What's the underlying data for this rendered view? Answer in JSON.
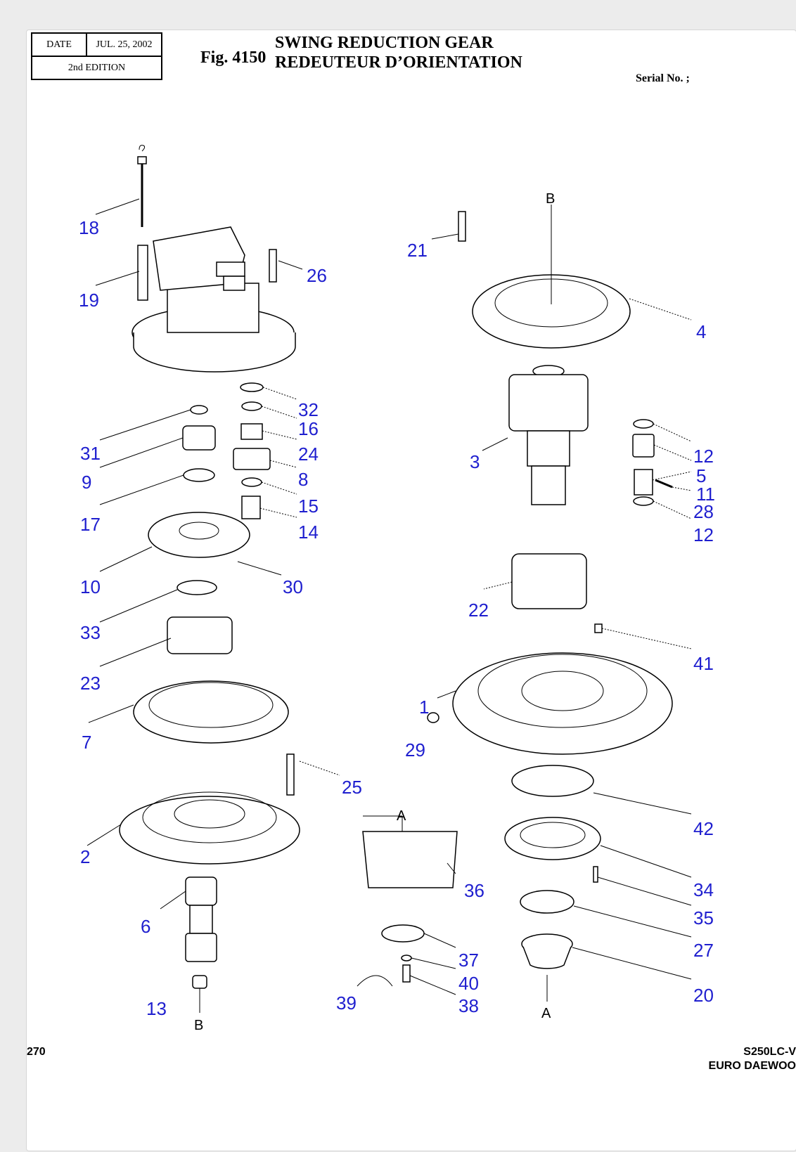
{
  "header": {
    "date_label": "DATE",
    "date_value": "JUL. 25, 2002",
    "edition": "2nd  EDITION",
    "fig_number": "Fig. 4150",
    "title_line1": "SWING REDUCTION GEAR",
    "title_line2": "REDEUTEUR D’ORIENTATION",
    "serial": "Serial No. ;"
  },
  "footer": {
    "page_number": "270",
    "model_line1": "S250LC-V",
    "model_line2": "EURO DAEWOO"
  },
  "callouts": [
    "18",
    "19",
    "26",
    "21",
    "4",
    "32",
    "16",
    "24",
    "8",
    "15",
    "14",
    "31",
    "9",
    "17",
    "10",
    "30",
    "33",
    "23",
    "7",
    "3",
    "12",
    "5",
    "11",
    "28",
    "12",
    "22",
    "41",
    "1",
    "29",
    "25",
    "2",
    "6",
    "13",
    "36",
    "42",
    "34",
    "35",
    "27",
    "20",
    "37",
    "40",
    "38",
    "39"
  ],
  "reference_letters": [
    "B",
    "B",
    "A",
    "A"
  ]
}
